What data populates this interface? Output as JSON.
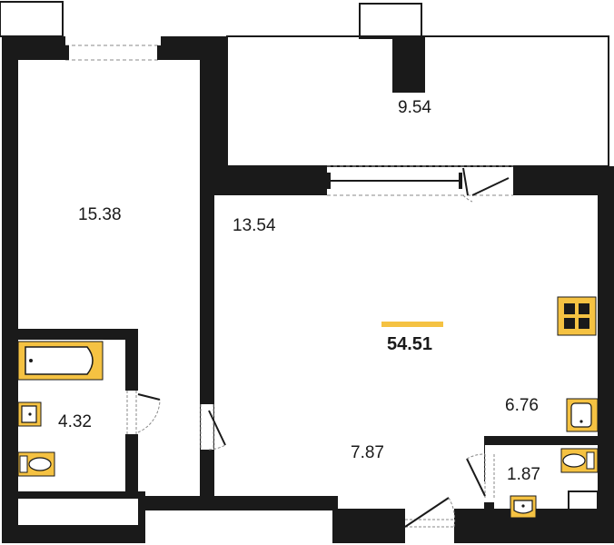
{
  "plan": {
    "total_area": "54.51",
    "accent_color": "#f5c242",
    "wall_color": "#1a1a1a",
    "rooms": [
      {
        "key": "room-15-38",
        "area": "15.38"
      },
      {
        "key": "balcony-9-54",
        "area": "9.54"
      },
      {
        "key": "room-13-54",
        "area": "13.54"
      },
      {
        "key": "kitchen-6-76",
        "area": "6.76"
      },
      {
        "key": "hall-7-87",
        "area": "7.87"
      },
      {
        "key": "bathroom-4-32",
        "area": "4.32"
      },
      {
        "key": "wc-1-87",
        "area": "1.87"
      }
    ],
    "fixtures": [
      "bathtub-icon",
      "sink-icon",
      "toilet-icon",
      "stove-icon"
    ]
  }
}
